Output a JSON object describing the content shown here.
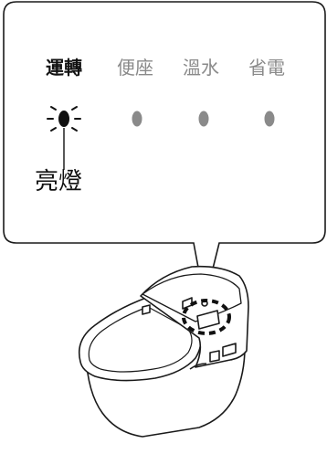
{
  "panel": {
    "indicators": [
      {
        "label": "運轉",
        "state": "on"
      },
      {
        "label": "便座",
        "state": "off"
      },
      {
        "label": "溫水",
        "state": "off"
      },
      {
        "label": "省電",
        "state": "off"
      }
    ]
  },
  "callout": {
    "text": "亮燈"
  },
  "colors": {
    "active_text": "#111111",
    "inactive_text": "#8a8a8a",
    "led": "#8a8a8a",
    "led_on": "#111111",
    "outline": "#1a1a1a",
    "fill": "#ffffff"
  }
}
